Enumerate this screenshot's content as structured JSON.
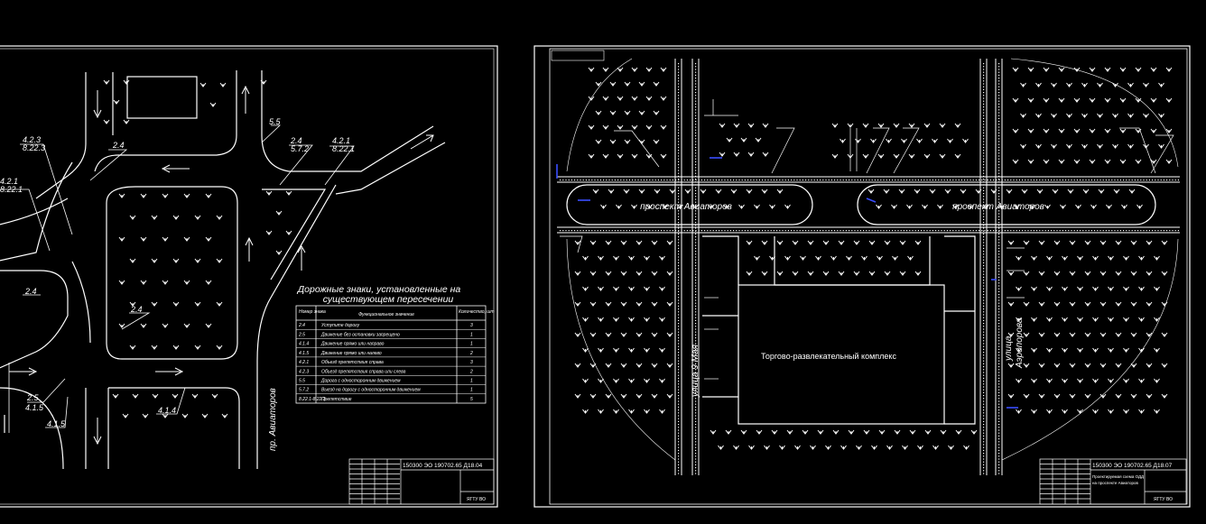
{
  "colors": {
    "background": "#000000",
    "lines": "#ffffff",
    "accent": "#3a4dff"
  },
  "sheet_left": {
    "table": {
      "title_line1": "Дорожные знаки, установленные на",
      "title_line2": "существующем пересечении",
      "header": {
        "number": "Номер знака",
        "meaning": "Функциональное значение",
        "qty": "Количество, шт"
      },
      "rows": [
        {
          "num": "2.4",
          "meaning": "Уступите дорогу",
          "qty": "3"
        },
        {
          "num": "2.5",
          "meaning": "Движение без остановки запрещено",
          "qty": "1"
        },
        {
          "num": "4.1.4",
          "meaning": "Движение прямо или направо",
          "qty": "1"
        },
        {
          "num": "4.1.5",
          "meaning": "Движение прямо или налево",
          "qty": "2"
        },
        {
          "num": "4.2.1",
          "meaning": "Объезд препятствия справа",
          "qty": "3"
        },
        {
          "num": "4.2.3",
          "meaning": "Объезд препятствия справа или слева",
          "qty": "2"
        },
        {
          "num": "5.5",
          "meaning": "Дорога с односторонним движением",
          "qty": "1"
        },
        {
          "num": "5.7.2",
          "meaning": "Выезд на дорогу с односторонним движением",
          "qty": "1"
        },
        {
          "num": "8.22.1-8.22.3",
          "meaning": "Препятствие",
          "qty": "5"
        }
      ]
    },
    "sign_labels": [
      "4.2.3",
      "8.22.3",
      "4.2.1",
      "8.22.1",
      "2.4",
      "2.4",
      "5.7.2",
      "4.2.1",
      "8.22.1",
      "5.5",
      "2.4",
      "2.4",
      "2.5",
      "4.1.5",
      "4.1.4",
      "4.1.5"
    ],
    "street_label": "пр. Авиаторов",
    "stamp_code": "150300 ЭО 190702.65 Д18.04",
    "stamp_org": "ЯГТУ ВО"
  },
  "sheet_right": {
    "street_top_left": "проспект Авиаторов",
    "street_top_right": "проспект Авиаторов",
    "street_left": "улица 9 Мая",
    "street_right_line1": "улица",
    "street_right_line2": "Аэропорова",
    "center_label": "Торгово-развлекательный комплекс",
    "stamp_code": "150300 ЭО 190702.65 Д18.07",
    "stamp_title_line1": "Проектируемая схема ОДД",
    "stamp_title_line2": "на проспекте Авиаторов",
    "stamp_org": "ЯГТУ ВО"
  }
}
